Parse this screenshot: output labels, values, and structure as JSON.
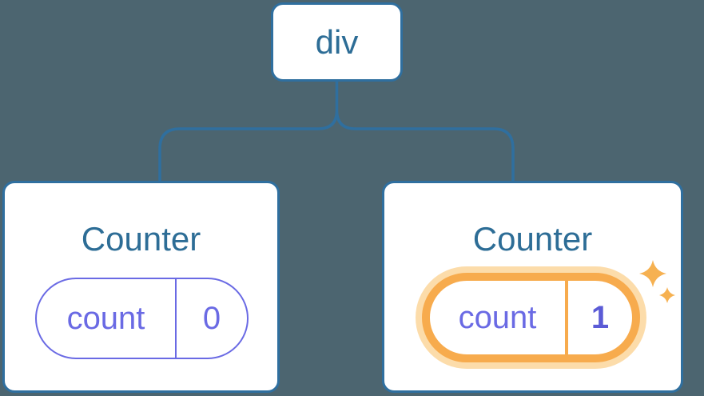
{
  "diagram": {
    "root": {
      "label": "div"
    },
    "children": [
      {
        "title": "Counter",
        "state": {
          "key": "count",
          "value": "0"
        },
        "highlighted": false
      },
      {
        "title": "Counter",
        "state": {
          "key": "count",
          "value": "1"
        },
        "highlighted": true
      }
    ],
    "icons": {
      "sparkle": "sparkle-icon"
    },
    "colors": {
      "background": "#4c6570",
      "node_border_blue": "#2f6f9f",
      "connector_blue": "#2f6f9f",
      "heading_blue": "#2d6d96",
      "state_purple": "#6a6ae4",
      "value_bold_purple": "#5b5bd6",
      "highlight_orange": "#f7ab4d",
      "highlight_halo_orange": "#fcdcaa",
      "sparkle_orange": "#f6b151"
    }
  }
}
